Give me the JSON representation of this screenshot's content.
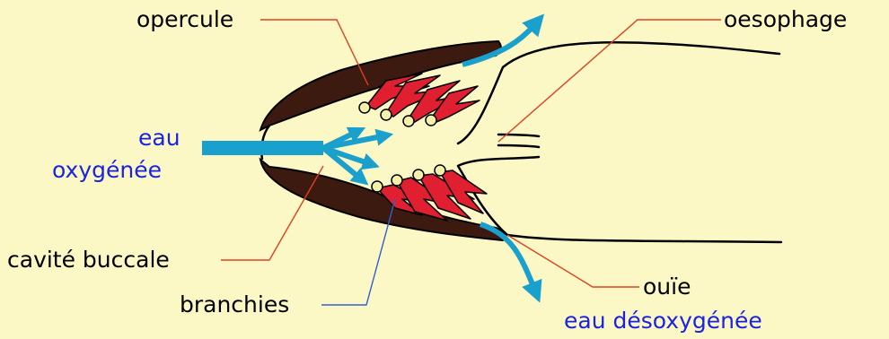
{
  "labels": {
    "opercule": "opercule",
    "oesophage": "oesophage",
    "eau_oxygenee_line1": "eau",
    "eau_oxygenee_line2": "oxygénée",
    "cavite_buccale": "cavité buccale",
    "branchies": "branchies",
    "ouie": "ouïe",
    "eau_desoxygenee": "eau désoxygénée"
  },
  "colors": {
    "background": "#fcf8c6",
    "water_text": "#1a23e0",
    "water_arrow": "#1aa0cc",
    "gill": "#e02030",
    "gill_base": "#f4f0a8",
    "jaw": "#3d1a10",
    "leader_line": "#e04020",
    "leader_line_branchies": "#3060d0",
    "outline": "#000000"
  }
}
